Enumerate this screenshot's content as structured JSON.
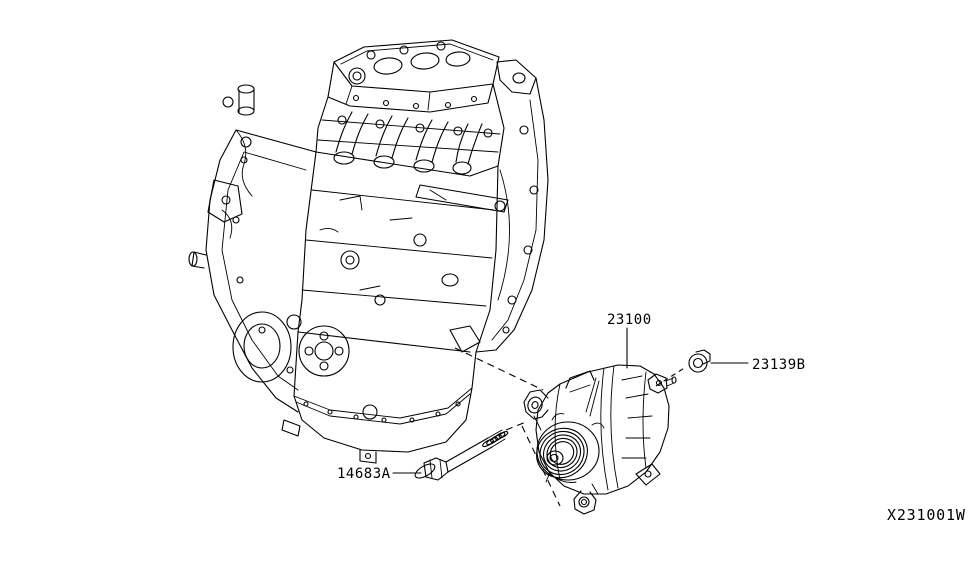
{
  "page": {
    "background_color": "#ffffff",
    "line_color": "#000000"
  },
  "diagram": {
    "figure_code": "X231001W",
    "callouts": [
      {
        "text": "23100",
        "target": "alternator-assembly"
      },
      {
        "text": "23139B",
        "target": "nut"
      },
      {
        "text": "14683A",
        "target": "bolt"
      }
    ]
  }
}
